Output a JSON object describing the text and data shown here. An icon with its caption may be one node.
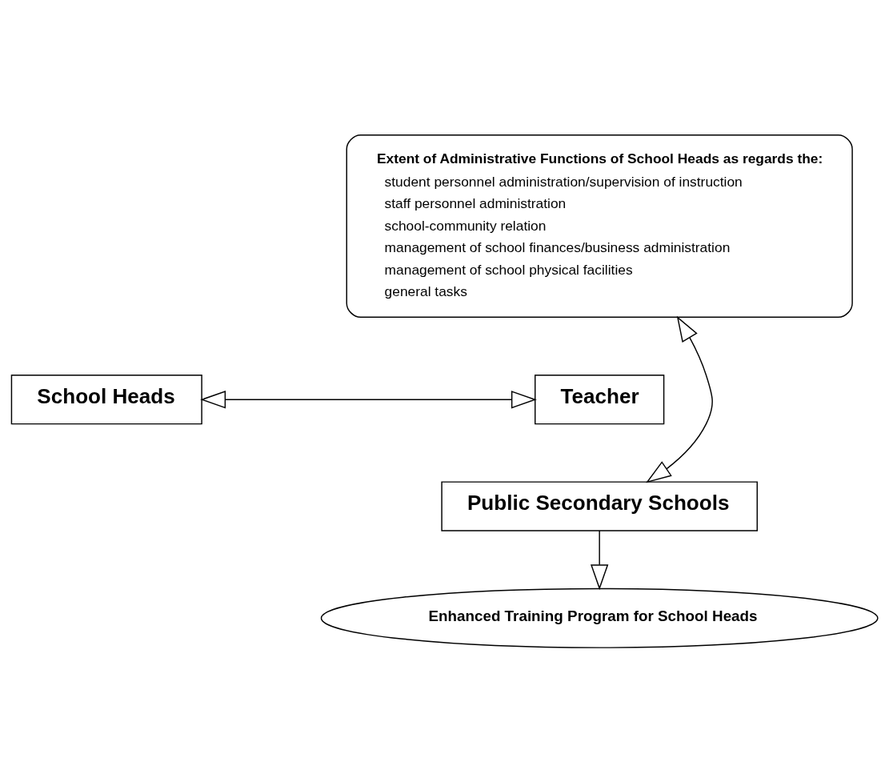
{
  "diagram": {
    "nodes": [
      {
        "text": [
          "Extent of Administrative Functions of School Heads as regards the:",
          "student personnel administration/supervision of instruction",
          "staff personnel administration",
          "school-community relation",
          "management of school finances/business administration",
          "management of school physical facilities",
          "general tasks"
        ]
      },
      {
        "text": [
          "School Heads"
        ]
      },
      {
        "text": [
          "Teacher"
        ]
      },
      {
        "text": [
          "Public Secondary Schools"
        ]
      },
      {
        "text": [
          "Enhanced Training Program for School Heads"
        ]
      }
    ],
    "edges": [
      {
        "from": 1,
        "to": 2,
        "arrow": "both"
      },
      {
        "from": 0,
        "to": 3,
        "arrow": "both"
      },
      {
        "from": 3,
        "to": 4,
        "arrow": "to"
      }
    ]
  }
}
